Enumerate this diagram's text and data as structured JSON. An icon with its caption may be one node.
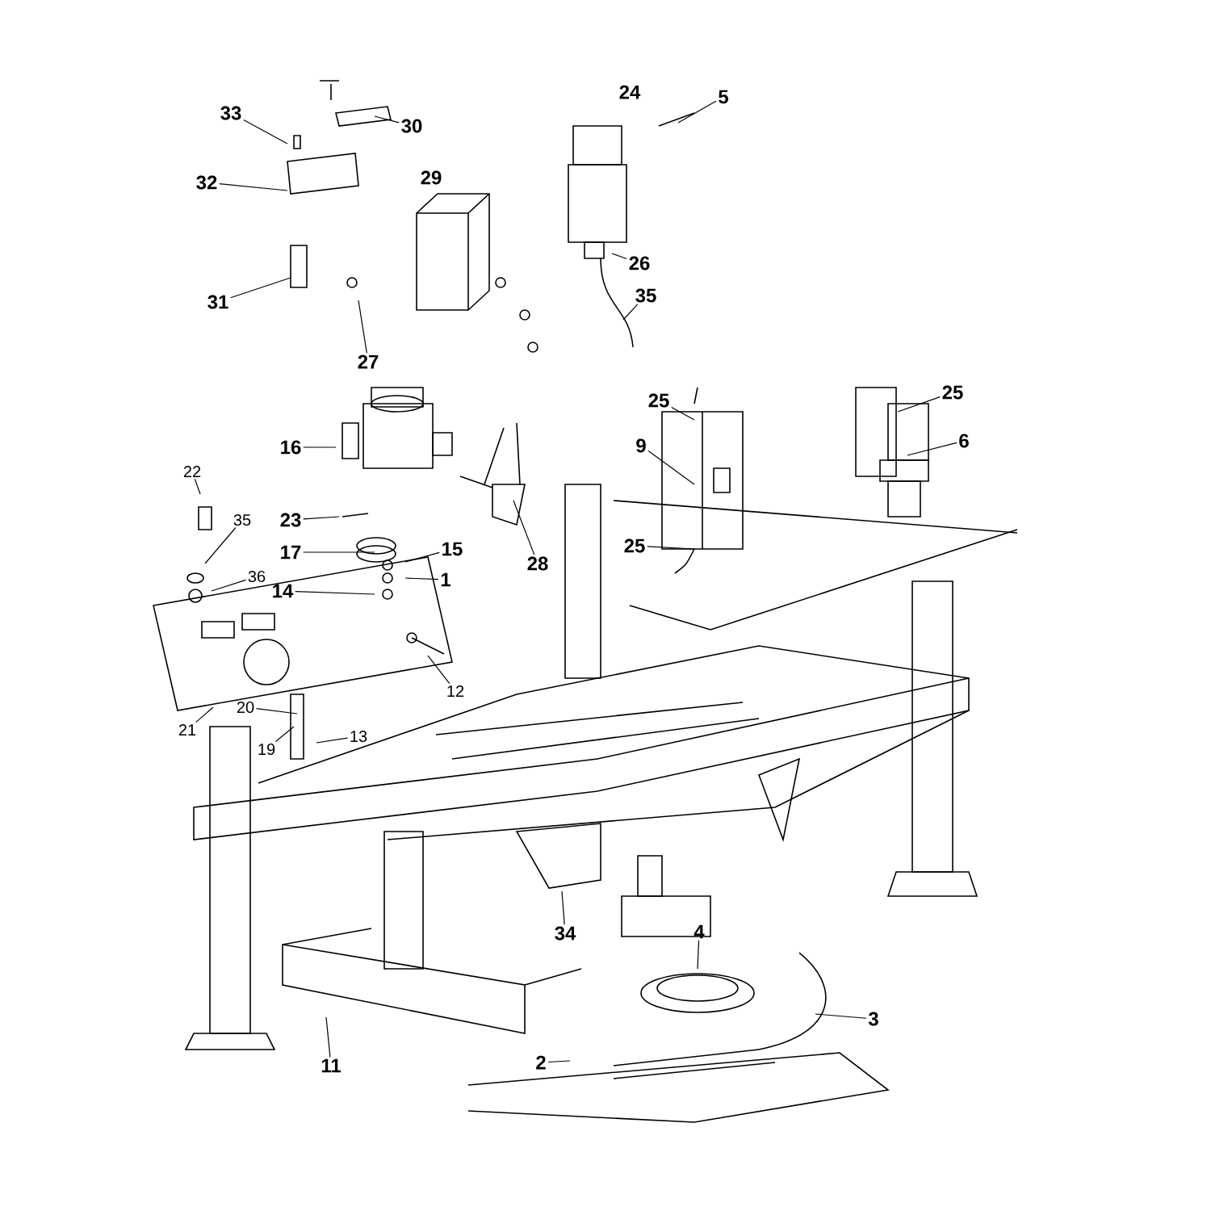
{
  "diagram": {
    "nodes": [
      {
        "text": [
          "33"
        ]
      },
      {
        "text": [
          "30"
        ]
      },
      {
        "text": [
          "5"
        ]
      },
      {
        "text": [
          "32"
        ]
      },
      {
        "text": [
          "26"
        ]
      },
      {
        "text": [
          "35"
        ]
      },
      {
        "text": [
          "31"
        ]
      },
      {
        "text": [
          "27"
        ]
      },
      {
        "text": [
          "25"
        ]
      },
      {
        "text": [
          "25"
        ]
      },
      {
        "text": [
          "6"
        ]
      },
      {
        "text": [
          "9"
        ]
      },
      {
        "text": [
          "16"
        ]
      },
      {
        "text": [
          "22"
        ]
      },
      {
        "text": [
          "23"
        ]
      },
      {
        "text": [
          "35"
        ]
      },
      {
        "text": [
          "17"
        ]
      },
      {
        "text": [
          "15"
        ]
      },
      {
        "text": [
          "25"
        ]
      },
      {
        "text": [
          "28"
        ]
      },
      {
        "text": [
          "36"
        ]
      },
      {
        "text": [
          "1"
        ]
      },
      {
        "text": [
          "14"
        ]
      },
      {
        "text": [
          "12"
        ]
      },
      {
        "text": [
          "21"
        ]
      },
      {
        "text": [
          "20"
        ]
      },
      {
        "text": [
          "13"
        ]
      },
      {
        "text": [
          "19"
        ]
      },
      {
        "text": [
          "34"
        ]
      },
      {
        "text": [
          "4"
        ]
      },
      {
        "text": [
          "3"
        ]
      },
      {
        "text": [
          "11"
        ]
      },
      {
        "text": [
          "2"
        ]
      }
    ],
    "edges": [
      {
        "from": 0,
        "to": null,
        "arrow": "none"
      },
      {
        "from": 1,
        "to": null,
        "arrow": "none"
      },
      {
        "from": 2,
        "to": null,
        "arrow": "none"
      },
      {
        "from": 3,
        "to": null,
        "arrow": "none"
      },
      {
        "from": 4,
        "to": null,
        "arrow": "none"
      },
      {
        "from": 5,
        "to": null,
        "arrow": "none"
      },
      {
        "from": 6,
        "to": null,
        "arrow": "none"
      },
      {
        "from": 7,
        "to": null,
        "arrow": "none"
      },
      {
        "from": 8,
        "to": null,
        "arrow": "none"
      },
      {
        "from": 9,
        "to": null,
        "arrow": "none"
      },
      {
        "from": 10,
        "to": null,
        "arrow": "none"
      },
      {
        "from": 11,
        "to": null,
        "arrow": "none"
      },
      {
        "from": 12,
        "to": null,
        "arrow": "none"
      },
      {
        "from": 13,
        "to": null,
        "arrow": "none"
      },
      {
        "from": 14,
        "to": null,
        "arrow": "none"
      },
      {
        "from": 15,
        "to": null,
        "arrow": "none"
      },
      {
        "from": 16,
        "to": null,
        "arrow": "none"
      },
      {
        "from": 17,
        "to": null,
        "arrow": "none"
      },
      {
        "from": 18,
        "to": null,
        "arrow": "none"
      },
      {
        "from": 19,
        "to": null,
        "arrow": "none"
      },
      {
        "from": 20,
        "to": null,
        "arrow": "none"
      },
      {
        "from": 21,
        "to": null,
        "arrow": "none"
      },
      {
        "from": 22,
        "to": null,
        "arrow": "none"
      },
      {
        "from": 23,
        "to": null,
        "arrow": "none"
      },
      {
        "from": 24,
        "to": null,
        "arrow": "none"
      },
      {
        "from": 25,
        "to": null,
        "arrow": "none"
      },
      {
        "from": 26,
        "to": null,
        "arrow": "none"
      },
      {
        "from": 27,
        "to": null,
        "arrow": "none"
      },
      {
        "from": 28,
        "to": null,
        "arrow": "none"
      },
      {
        "from": 29,
        "to": null,
        "arrow": "none"
      },
      {
        "from": 30,
        "to": null,
        "arrow": "none"
      },
      {
        "from": 31,
        "to": null,
        "arrow": "none"
      },
      {
        "from": 32,
        "to": null,
        "arrow": "none"
      }
    ],
    "labels": [
      "24",
      "29"
    ]
  }
}
